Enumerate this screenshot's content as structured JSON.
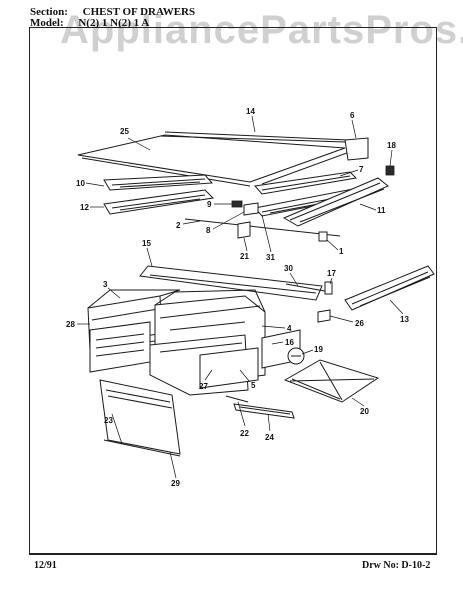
{
  "header": {
    "section_label": "Section:",
    "section_value": "CHEST OF DRAWERS",
    "model_label": "Model:",
    "model_value": "N(2) 1 N(2) 1 A"
  },
  "watermark": "AppliancePartsPros.com",
  "footer": {
    "date": "12/91",
    "drawing_number": "Drw No: D-10-2"
  },
  "callouts": [
    "25",
    "14",
    "6",
    "18",
    "10",
    "7",
    "12",
    "9",
    "11",
    "2",
    "8",
    "21",
    "31",
    "1",
    "15",
    "30",
    "17",
    "3",
    "28",
    "4",
    "16",
    "19",
    "26",
    "13",
    "5",
    "27",
    "20",
    "22",
    "23",
    "29",
    "24"
  ]
}
